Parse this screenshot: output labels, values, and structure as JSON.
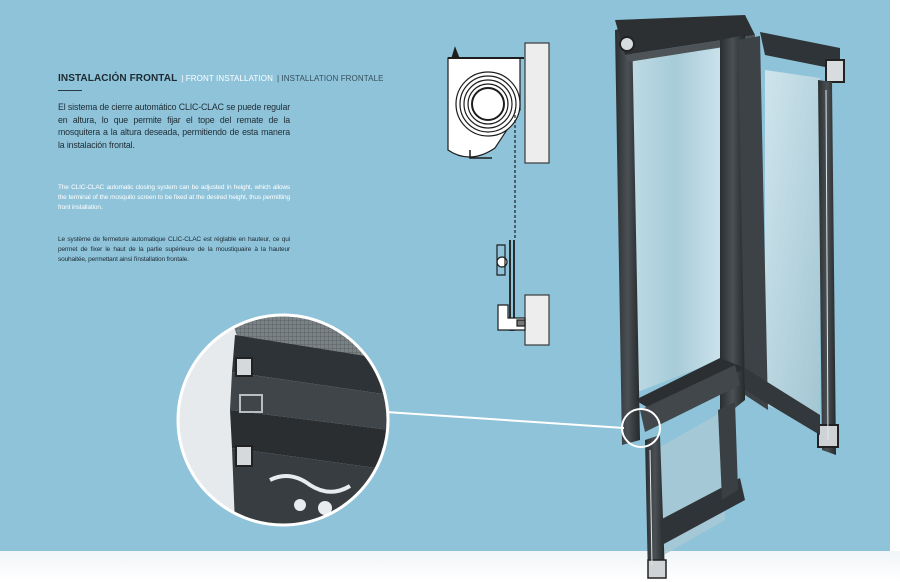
{
  "heading": {
    "title_es": "INSTALACIÓN FRONTAL",
    "title_en": "| FRONT INSTALLATION",
    "title_fr": "| INSTALLATION FRONTALE"
  },
  "body": {
    "es": "El sistema de cierre automático CLIC-CLAC se puede regular en altura, lo que permite fijar el tope del remate de la mosquitera a la altura deseada, permitiendo de esta manera la instalación frontal.",
    "en": "The CLIC-CLAC automatic closing system can be adjusted in height, which allows the terminal of the mosquito screen to be fixed at the desired height, thus permitting front installation.",
    "fr": "Le système de fermeture automatique CLIC-CLAC est réglable en hauteur, ce qui permet de fixer le haut de la partie supérieure de la moustiquaire à la hauteur souhaitée, permettant ainsi l'installation frontale."
  },
  "colors": {
    "background": "#8fc3d9",
    "heading": "#1e2a31",
    "accent_white": "#ffffff",
    "profile_dark": "#2f3438"
  }
}
